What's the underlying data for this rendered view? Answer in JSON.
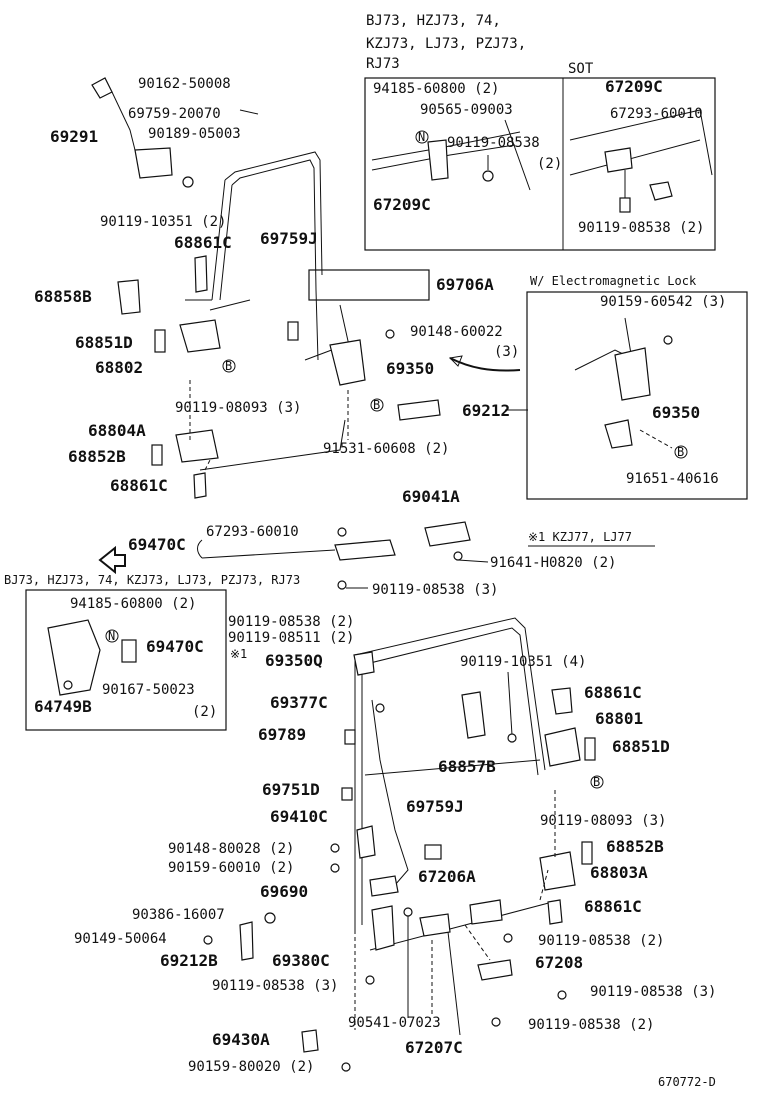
{
  "header": {
    "models_line1": "BJ73, HZJ73, 74,",
    "models_line2": "KZJ73, LJ73, PZJ73,",
    "models_line3": "RJ73",
    "sot_label": "SOT"
  },
  "insets": {
    "electromagnetic_title": "W/ Electromagnetic Lock",
    "lower_left_title": "BJ73, HZJ73, 74, KZJ73, LJ73, PZJ73, RJ73",
    "note_kzj": "※1 KZJ77, LJ77"
  },
  "footer": {
    "code": "670772-D"
  },
  "parts": {
    "p90162_50008": "90162-50008",
    "p69759_20070": "69759-20070",
    "p69291": "69291",
    "p90189_05003": "90189-05003",
    "p90119_10351_2": "90119-10351 (2)",
    "p68861C_a": "68861C",
    "p69759J_a": "69759J",
    "p69706A": "69706A",
    "p68858B": "68858B",
    "p68851D_a": "68851D",
    "p68802": "68802",
    "p90148_60022": "90148-60022",
    "p90148_60022_q": "(3)",
    "p69350_a": "69350",
    "p90119_08093_3_a": "90119-08093 (3)",
    "p69212": "69212",
    "p68804A": "68804A",
    "p68852B_a": "68852B",
    "p91531_60608": "91531-60608 (2)",
    "p68861C_b": "68861C",
    "p94185_60800_a": "94185-60800 (2)",
    "p90565_09003": "90565-09003",
    "p90119_08538_s": "90119-08538",
    "p90119_08538_s_q": "(2)",
    "p67209C_a": "67209C",
    "p67209C_b": "67209C",
    "p67293_60010_a": "67293-60010",
    "p90119_08538_2_r": "90119-08538 (2)",
    "p90159_60542": "90159-60542 (3)",
    "p69350_b": "69350",
    "p91651_40616": "91651-40616",
    "p69041A": "69041A",
    "p69470C_a": "69470C",
    "p67293_60010_b": "67293-60010",
    "p91641_H0820": "91641-H0820 (2)",
    "p90119_08538_3_a": "90119-08538 (3)",
    "p94185_60800_b": "94185-60800 (2)",
    "p90119_08538_2_m": "90119-08538 (2)",
    "p90119_08511_2": "90119-08511 (2)",
    "p_star1": "※1",
    "p69470C_b": "69470C",
    "p90167_50023": "90167-50023",
    "p90167_50023_q": "(2)",
    "p64749B": "64749B",
    "p69350Q": "69350Q",
    "p90119_10351_4": "90119-10351 (4)",
    "p68861C_c": "68861C",
    "p69377C": "69377C",
    "p68801": "68801",
    "p69789": "69789",
    "p68851D_b": "68851D",
    "p68857B": "68857B",
    "p69751D": "69751D",
    "p90119_08093_3_b": "90119-08093 (3)",
    "p69410C": "69410C",
    "p69759J_b": "69759J",
    "p68852B_b": "68852B",
    "p90148_80028": "90148-80028 (2)",
    "p68803A": "68803A",
    "p90159_60010": "90159-60010 (2)",
    "p67206A": "67206A",
    "p69690": "69690",
    "p68861C_d": "68861C",
    "p90386_16007": "90386-16007",
    "p90119_08538_2_c": "90119-08538 (2)",
    "p90149_50064": "90149-50064",
    "p67208": "67208",
    "p69212B": "69212B",
    "p69380C": "69380C",
    "p90119_08538_3_b": "90119-08538 (3)",
    "p90119_08538_3_c": "90119-08538 (3)",
    "p90541_07023": "90541-07023",
    "p90119_08538_2_d": "90119-08538 (2)",
    "p69430A": "69430A",
    "p67207C": "67207C",
    "p90159_80020": "90159-80020 (2)"
  },
  "markers": {
    "n": "N",
    "b": "B"
  }
}
